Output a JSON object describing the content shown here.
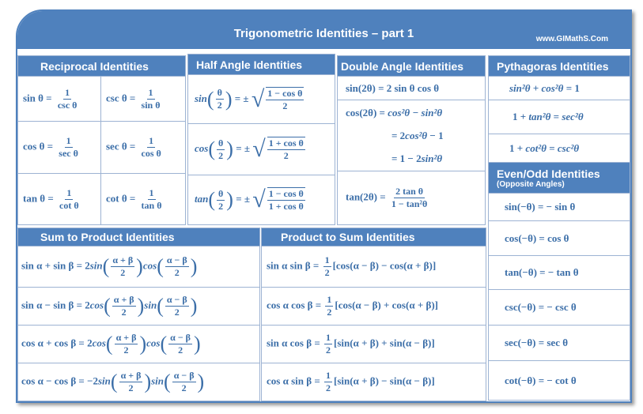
{
  "header": {
    "title": "Trigonometric Identities – part 1",
    "site": "www.GIMathS.Com"
  },
  "sections": {
    "reciprocal": {
      "title": "Reciprocal Identities",
      "formulas": [
        [
          "sin θ = ",
          {
            "f": [
              "1",
              "csc θ"
            ]
          }
        ],
        [
          "csc θ = ",
          {
            "f": [
              "1",
              "sin θ"
            ]
          }
        ],
        [
          "cos θ = ",
          {
            "f": [
              "1",
              "sec θ"
            ]
          }
        ],
        [
          "sec θ = ",
          {
            "f": [
              "1",
              "cos θ"
            ]
          }
        ],
        [
          "tan θ = ",
          {
            "f": [
              "1",
              "cot θ"
            ]
          }
        ],
        [
          "cot θ = ",
          {
            "f": [
              "1",
              "tan θ"
            ]
          }
        ]
      ]
    },
    "half": {
      "title": "Half Angle Identities",
      "formulas": [
        [
          {
            "i": "sin"
          },
          {
            "p": [
              "θ",
              "2"
            ]
          },
          " = ± ",
          {
            "s": [
              "1 − cos θ",
              "2"
            ]
          }
        ],
        [
          {
            "i": "cos"
          },
          {
            "p": [
              "θ",
              "2"
            ]
          },
          " = ± ",
          {
            "s": [
              "1 + cos θ",
              "2"
            ]
          }
        ],
        [
          {
            "i": "tan"
          },
          {
            "p": [
              "θ",
              "2"
            ]
          },
          " = ± ",
          {
            "s": [
              "1 − cos θ",
              "1 + cos θ"
            ]
          }
        ]
      ]
    },
    "double": {
      "title": "Double Angle Identities",
      "formulas": [
        [
          "sin(2θ) = 2 sin θ cos θ"
        ],
        [
          "cos(2θ) = ",
          {
            "i": "cos²θ − sin²θ"
          }
        ],
        [
          "= 2",
          {
            "i": "cos²θ"
          },
          " − 1"
        ],
        [
          "= 1 − 2",
          {
            "i": "sin²θ"
          }
        ],
        [
          "tan(2θ) = ",
          {
            "f": [
              "2 tan θ",
              "1 − tan²θ"
            ]
          }
        ]
      ]
    },
    "pythagoras": {
      "title": "Pythagoras Identities",
      "formulas": [
        [
          {
            "i": "sin²θ + cos²θ"
          },
          " = 1"
        ],
        [
          "1 + ",
          {
            "i": "tan²θ"
          },
          " = ",
          {
            "i": "sec²θ"
          }
        ],
        [
          "1 + ",
          {
            "i": "cot²θ"
          },
          " = ",
          {
            "i": "csc²θ"
          }
        ]
      ]
    },
    "evenodd": {
      "title": "Even/Odd Identities",
      "subtitle": "(Opposite Angles)",
      "formulas": [
        [
          "sin(−θ) = − sin θ"
        ],
        [
          "cos(−θ) = cos θ"
        ],
        [
          "tan(−θ) = − tan θ"
        ],
        [
          "csc(−θ) = − csc θ"
        ],
        [
          "sec(−θ) = sec θ"
        ],
        [
          "cot(−θ) = − cot θ"
        ]
      ]
    },
    "sum_to_product": {
      "title": "Sum to Product Identities",
      "formulas": [
        [
          "sin α + sin β = 2",
          {
            "i": "sin"
          },
          {
            "p": [
              "α + β",
              "2"
            ]
          },
          {
            "i": "cos"
          },
          {
            "p": [
              "α − β",
              "2"
            ]
          }
        ],
        [
          "sin α − sin β = 2",
          {
            "i": "cos"
          },
          {
            "p": [
              "α + β",
              "2"
            ]
          },
          {
            "i": "sin"
          },
          {
            "p": [
              "α − β",
              "2"
            ]
          }
        ],
        [
          "cos α + cos β = 2",
          {
            "i": "cos"
          },
          {
            "p": [
              "α + β",
              "2"
            ]
          },
          {
            "i": "cos"
          },
          {
            "p": [
              "α − β",
              "2"
            ]
          }
        ],
        [
          "cos α − cos β = −2",
          {
            "i": "sin"
          },
          {
            "p": [
              "α + β",
              "2"
            ]
          },
          {
            "i": "sin"
          },
          {
            "p": [
              "α − β",
              "2"
            ]
          }
        ]
      ]
    },
    "product_to_sum": {
      "title": "Product to Sum Identities",
      "formulas": [
        [
          "sin α sin β = ",
          {
            "f": [
              "1",
              "2"
            ]
          },
          "[cos(α − β) − cos(α + β)]"
        ],
        [
          "cos α cos β = ",
          {
            "f": [
              "1",
              "2"
            ]
          },
          "[cos(α − β) + cos(α + β)]"
        ],
        [
          "sin α cos β = ",
          {
            "f": [
              "1",
              "2"
            ]
          },
          "[sin(α + β) + sin(α − β)]"
        ],
        [
          "cos α sin β = ",
          {
            "f": [
              "1",
              "2"
            ]
          },
          "[sin(α + β) − sin(α − β)]"
        ]
      ]
    }
  }
}
